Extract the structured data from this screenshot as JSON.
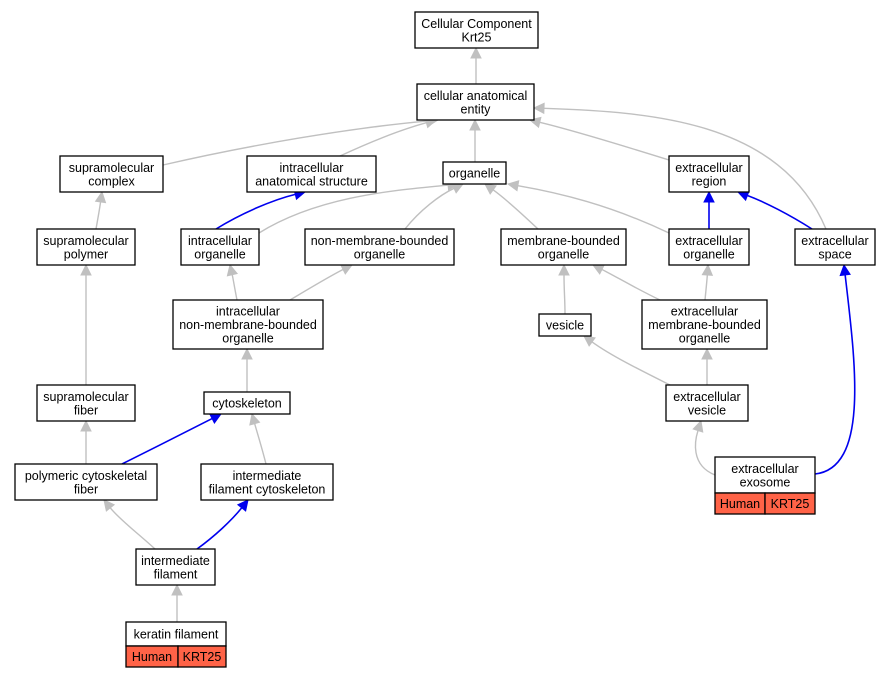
{
  "diagram": {
    "title_node": [
      "Cellular Component",
      "Krt25"
    ],
    "nodes": {
      "root": [
        "Cellular Component",
        "Krt25"
      ],
      "cae": [
        "cellular anatomical",
        "entity"
      ],
      "supcx": [
        "supramolecular",
        "complex"
      ],
      "ias": [
        "intracellular",
        "anatomical structure"
      ],
      "org": [
        "organelle"
      ],
      "exreg": [
        "extracellular",
        "region"
      ],
      "suppol": [
        "supramolecular",
        "polymer"
      ],
      "iorg": [
        "intracellular",
        "organelle"
      ],
      "nmbo": [
        "non-membrane-bounded",
        "organelle"
      ],
      "mbo": [
        "membrane-bounded",
        "organelle"
      ],
      "exorg": [
        "extracellular",
        "organelle"
      ],
      "exsp": [
        "extracellular",
        "space"
      ],
      "inmbo": [
        "intracellular",
        "non-membrane-bounded",
        "organelle"
      ],
      "ves": [
        "vesicle"
      ],
      "exmbo": [
        "extracellular",
        "membrane-bounded",
        "organelle"
      ],
      "supfib": [
        "supramolecular",
        "fiber"
      ],
      "cytosk": [
        "cytoskeleton"
      ],
      "exves": [
        "extracellular",
        "vesicle"
      ],
      "pcf": [
        "polymeric cytoskeletal",
        "fiber"
      ],
      "ifc": [
        "intermediate",
        "filament cytoskeleton"
      ],
      "exo": [
        "extracellular",
        "exosome"
      ],
      "if": [
        "intermediate",
        "filament"
      ],
      "kf": [
        "keratin filament"
      ]
    },
    "annotations": {
      "exo": [
        "Human",
        "KRT25"
      ],
      "kf": [
        "Human",
        "KRT25"
      ]
    },
    "edges": [
      {
        "from": "cae",
        "to": "root",
        "color": "gray"
      },
      {
        "from": "supcx",
        "to": "cae",
        "color": "gray"
      },
      {
        "from": "ias",
        "to": "cae",
        "color": "gray"
      },
      {
        "from": "org",
        "to": "cae",
        "color": "gray"
      },
      {
        "from": "exreg",
        "to": "cae",
        "color": "gray"
      },
      {
        "from": "exsp",
        "to": "cae",
        "color": "gray"
      },
      {
        "from": "suppol",
        "to": "supcx",
        "color": "gray"
      },
      {
        "from": "iorg",
        "to": "ias",
        "color": "blue"
      },
      {
        "from": "iorg",
        "to": "org",
        "color": "gray"
      },
      {
        "from": "nmbo",
        "to": "org",
        "color": "gray"
      },
      {
        "from": "mbo",
        "to": "org",
        "color": "gray"
      },
      {
        "from": "exorg",
        "to": "org",
        "color": "gray"
      },
      {
        "from": "exorg",
        "to": "exreg",
        "color": "blue"
      },
      {
        "from": "exsp",
        "to": "exreg",
        "color": "blue"
      },
      {
        "from": "inmbo",
        "to": "iorg",
        "color": "gray"
      },
      {
        "from": "inmbo",
        "to": "nmbo",
        "color": "gray"
      },
      {
        "from": "ves",
        "to": "mbo",
        "color": "gray"
      },
      {
        "from": "exmbo",
        "to": "mbo",
        "color": "gray"
      },
      {
        "from": "exmbo",
        "to": "exorg",
        "color": "gray"
      },
      {
        "from": "supfib",
        "to": "suppol",
        "color": "gray"
      },
      {
        "from": "cytosk",
        "to": "inmbo",
        "color": "gray"
      },
      {
        "from": "exves",
        "to": "ves",
        "color": "gray"
      },
      {
        "from": "exves",
        "to": "exmbo",
        "color": "gray"
      },
      {
        "from": "pcf",
        "to": "supfib",
        "color": "gray"
      },
      {
        "from": "pcf",
        "to": "cytosk",
        "color": "blue"
      },
      {
        "from": "ifc",
        "to": "cytosk",
        "color": "gray"
      },
      {
        "from": "exo",
        "to": "exves",
        "color": "gray"
      },
      {
        "from": "exo",
        "to": "exsp",
        "color": "blue"
      },
      {
        "from": "if",
        "to": "pcf",
        "color": "gray"
      },
      {
        "from": "if",
        "to": "ifc",
        "color": "blue"
      },
      {
        "from": "kf",
        "to": "if",
        "color": "gray"
      }
    ],
    "colors": {
      "edge_is_a": "#c0c0c0",
      "edge_part_of": "#0000ee",
      "annotation_fill": "#ff6347",
      "node_border": "#000000"
    }
  }
}
